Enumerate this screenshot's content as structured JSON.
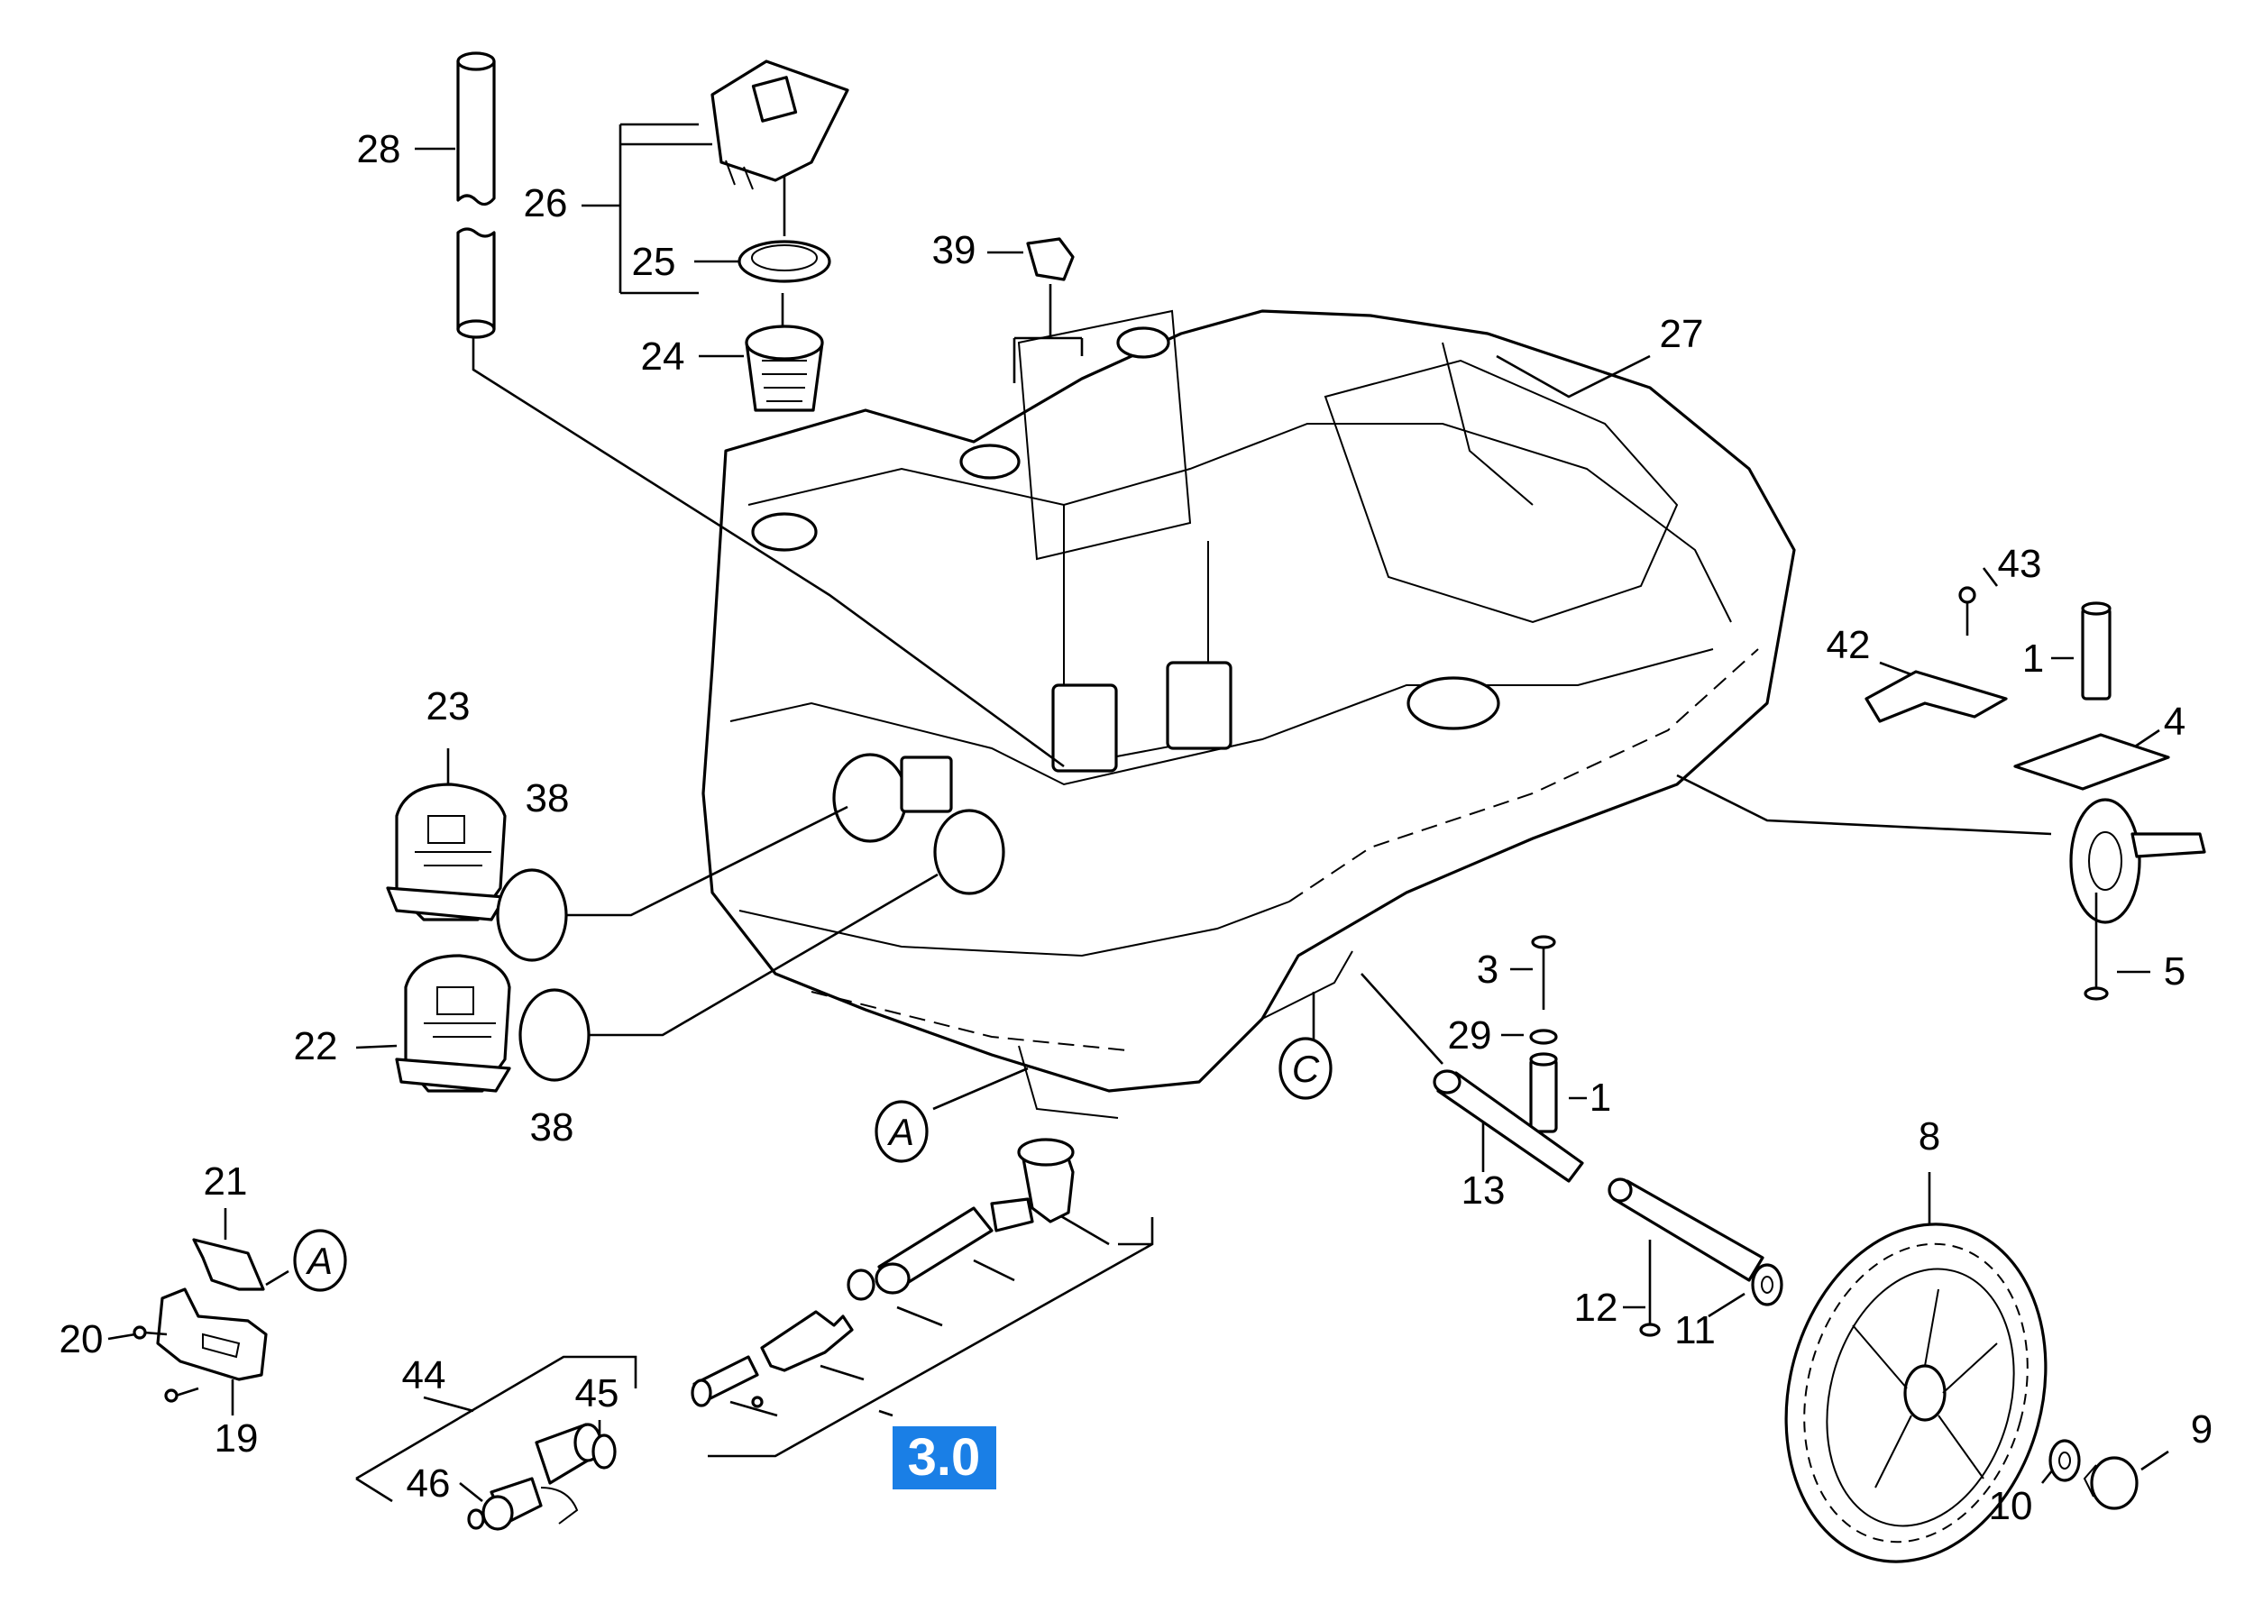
{
  "callouts": {
    "c1a": "1",
    "c1b": "1",
    "c3": "3",
    "c4": "4",
    "c5": "5",
    "c8": "8",
    "c9": "9",
    "c10": "10",
    "c11": "11",
    "c12": "12",
    "c13": "13",
    "c19": "19",
    "c20": "20",
    "c21": "21",
    "c22": "22",
    "c23": "23",
    "c24": "24",
    "c25": "25",
    "c26": "26",
    "c27": "27",
    "c28": "28",
    "c29": "29",
    "c38a": "38",
    "c38b": "38",
    "c39": "39",
    "c42": "42",
    "c43": "43",
    "c44": "44",
    "c45": "45",
    "c46": "46"
  },
  "refs": {
    "A1": "A",
    "A2": "A",
    "C": "C"
  },
  "group_badge": {
    "label": "3.0",
    "color": "#1a7fe6"
  }
}
